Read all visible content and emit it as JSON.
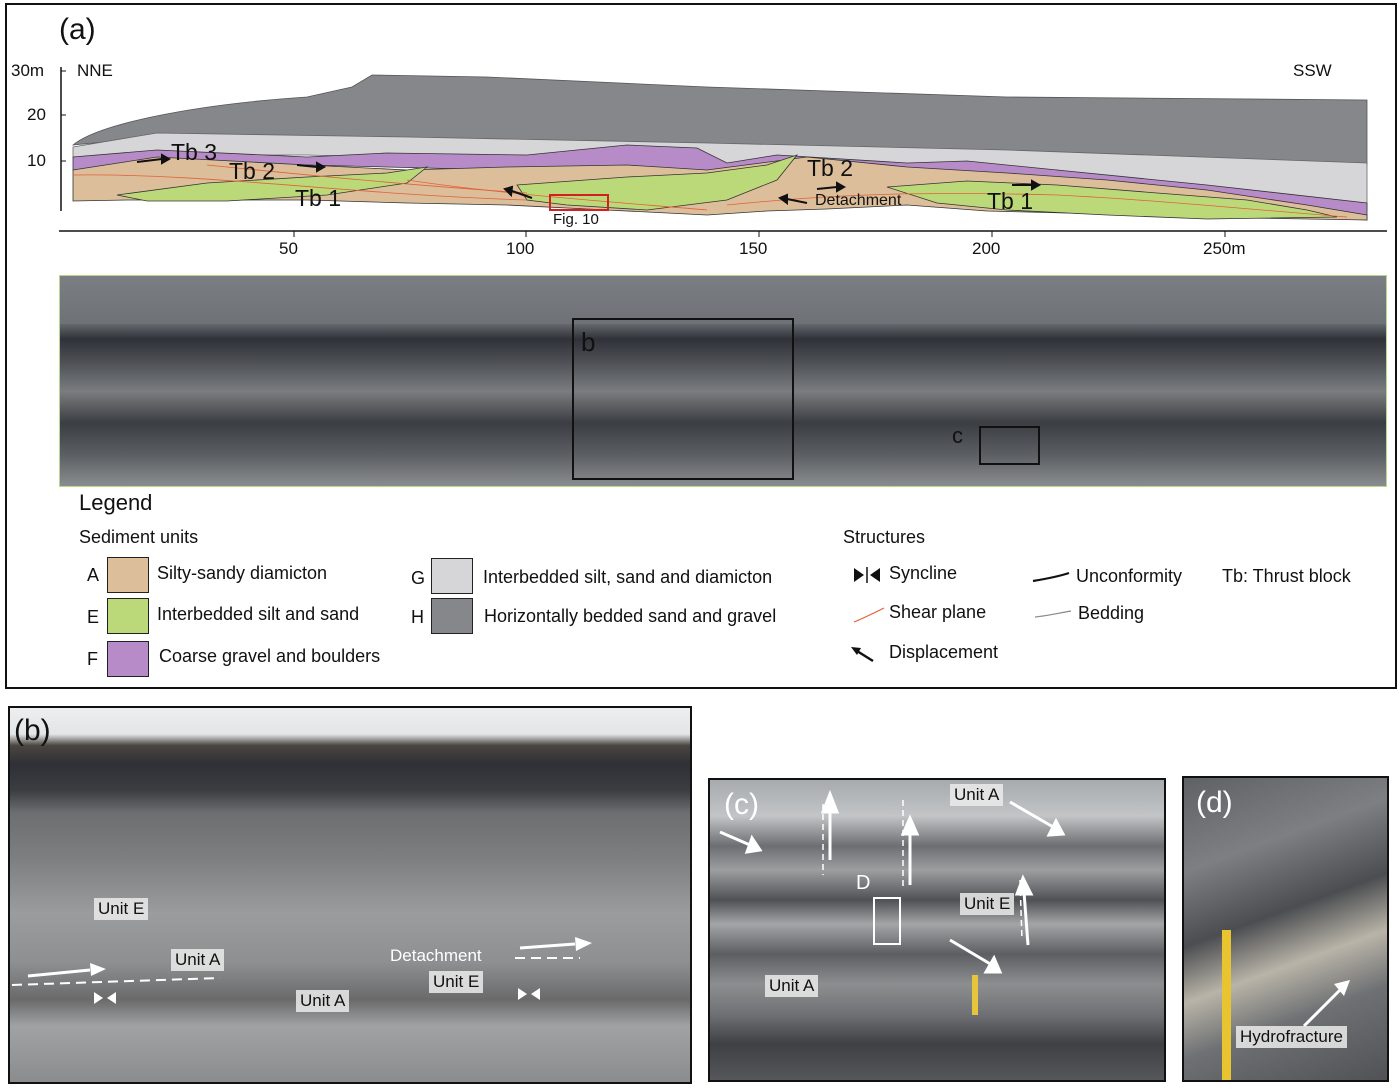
{
  "panel_a": {
    "label": "(a)",
    "direction_left": "NNE",
    "direction_right": "SSW",
    "y_ticks": [
      "30m",
      "20",
      "10"
    ],
    "x_ticks": [
      "50",
      "100",
      "150",
      "200",
      "250m"
    ],
    "thrust_labels": [
      "Tb 3",
      "Tb 2",
      "Tb 1",
      "Tb 2",
      "Tb 1"
    ],
    "fig_ref": "Fig. 10",
    "detachment": "Detachment",
    "photo_labels": [
      "b",
      "c"
    ]
  },
  "legend": {
    "title": "Legend",
    "units_title": "Sediment units",
    "units": [
      {
        "code": "A",
        "label": "Silty-sandy diamicton",
        "color": "#dcbf9a"
      },
      {
        "code": "E",
        "label": "Interbedded silt and sand",
        "color": "#bcd97a"
      },
      {
        "code": "F",
        "label": "Coarse gravel and boulders",
        "color": "#b68bc7"
      },
      {
        "code": "G",
        "label": "Interbedded silt, sand and diamicton",
        "color": "#d6d6d8"
      },
      {
        "code": "H",
        "label": "Horizontally bedded sand and gravel",
        "color": "#86878a"
      }
    ],
    "structures_title": "Structures",
    "structures": {
      "syncline": "Syncline",
      "shear_plane": "Shear plane",
      "displacement": "Displacement",
      "unconformity": "Unconformity",
      "bedding": "Bedding",
      "thrust_block": "Tb: Thrust block"
    }
  },
  "panel_b": {
    "label": "(b)",
    "annotations": [
      "Unit E",
      "Unit A",
      "Detachment",
      "Unit E",
      "Unit A"
    ]
  },
  "panel_c": {
    "label": "(c)",
    "annotations": [
      "Unit A",
      "D",
      "Unit E",
      "Unit A"
    ]
  },
  "panel_d": {
    "label": "(d)",
    "annotations": [
      "Hydrofracture"
    ]
  }
}
